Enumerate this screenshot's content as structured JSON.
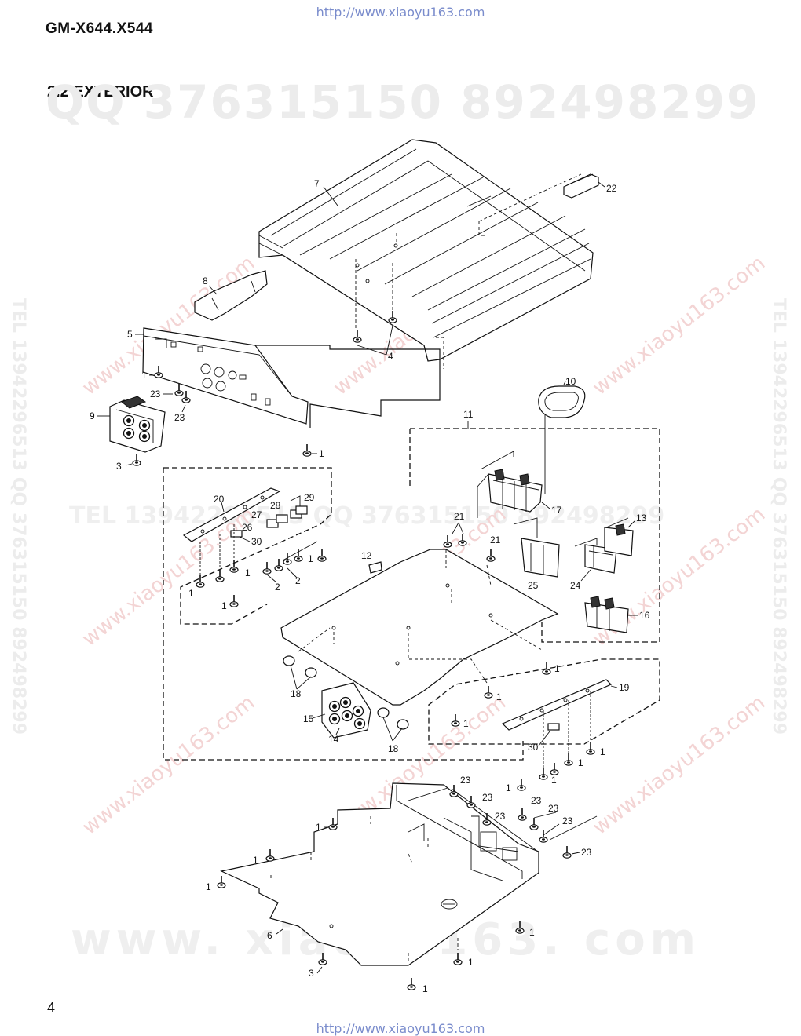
{
  "header": {
    "url_top": "http://www.xiaoyu163.com",
    "model": "GM-X644.X544",
    "section_title": "2.2 EXTERIOR"
  },
  "footer": {
    "page_number": "4",
    "url_bottom": "http://www.xiaoyu163.com"
  },
  "watermarks": {
    "qq": "QQ 376315150   892498299",
    "tel_mid": "TEL 13942296513   QQ 376315150   892498299",
    "tel_side": "TEL 13942296513  QQ 376315150  892498299",
    "www": "www. xiaoyu163. com",
    "diagonal": "www.xiaoyu163.com"
  },
  "callouts": {
    "c7": "7",
    "c22": "22",
    "c8": "8",
    "c5": "5",
    "c4": "4",
    "c1a": "1",
    "c23a": "23",
    "c23b": "23",
    "c9": "9",
    "c3a": "3",
    "c1b": "1",
    "c10": "10",
    "c11": "11",
    "c17": "17",
    "c20": "20",
    "c28": "28",
    "c29": "29",
    "c27": "27",
    "c26": "26",
    "c30a": "30",
    "c21a": "21",
    "c21b": "21",
    "c13": "13",
    "c12": "12",
    "c25": "25",
    "c24": "24",
    "c16": "16",
    "c1c": "1",
    "c2a": "2",
    "c2b": "2",
    "c1d": "1",
    "c1e": "1",
    "c1f": "1",
    "c18a": "18",
    "c15": "15",
    "c14": "14",
    "c18b": "18",
    "c1g": "1",
    "c1h": "1",
    "c1i": "1",
    "c19": "19",
    "c30b": "30",
    "c1j": "1",
    "c1k": "1",
    "c1l": "1",
    "c1m": "1",
    "c23c": "23",
    "c23d": "23",
    "c23e": "23",
    "c23f": "23",
    "c23g": "23",
    "c23h": "23",
    "c23i": "23",
    "c1n": "1",
    "c1o": "1",
    "c1p": "1",
    "c6": "6",
    "c1q": "1",
    "c3b": "3",
    "c1r": "1",
    "c1s": "1"
  },
  "colors": {
    "url": "#7a8ccc",
    "watermark_gray": "#ececec",
    "watermark_red": "#f3d4d4",
    "ink": "#111111"
  }
}
